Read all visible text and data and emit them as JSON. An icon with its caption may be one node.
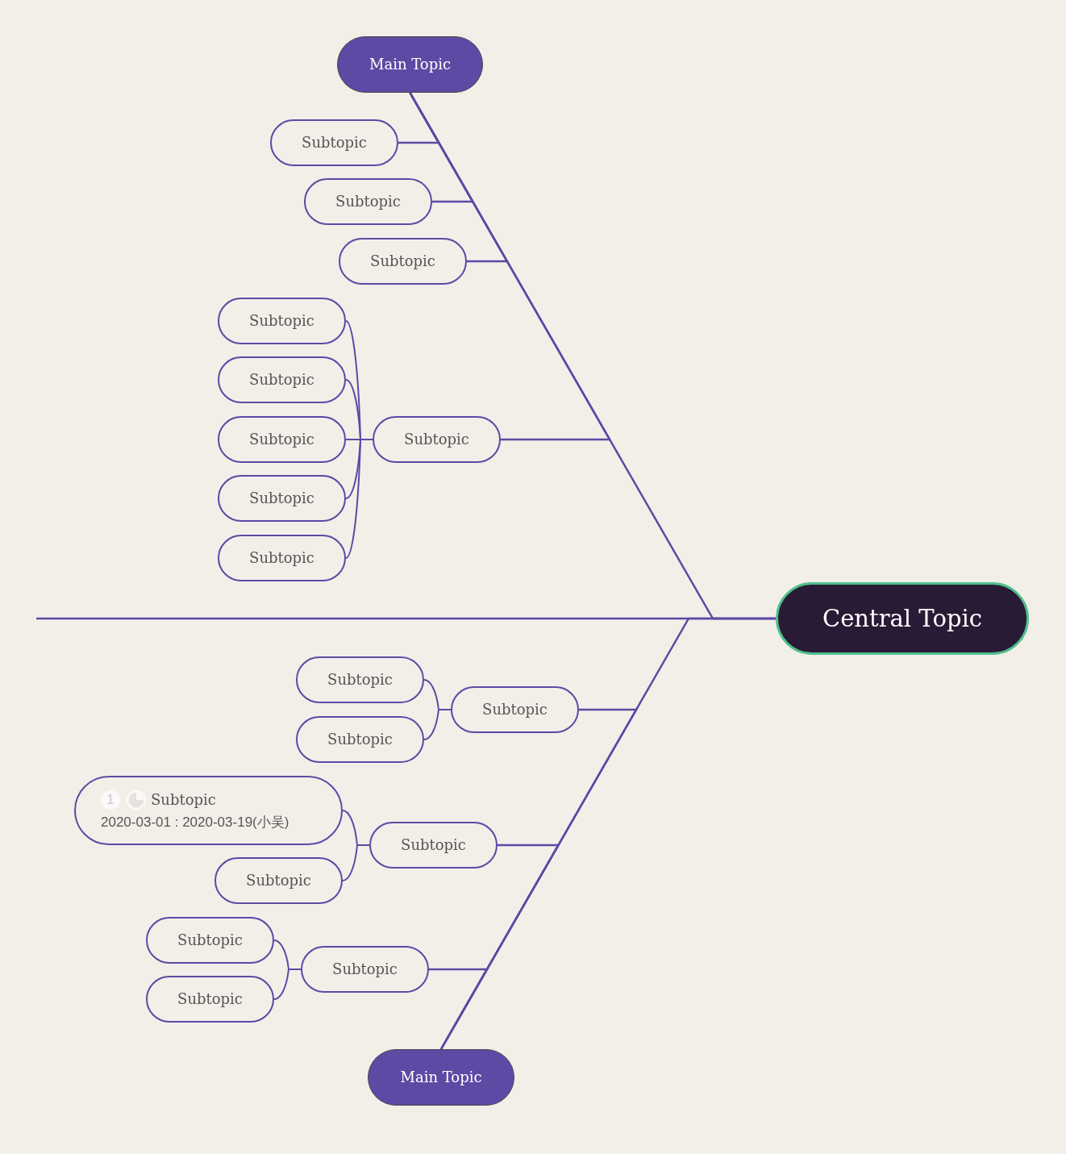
{
  "diagram": {
    "nodes": [
      {
        "text": [
          "Central Topic"
        ]
      },
      {
        "text": [
          "Main Topic"
        ]
      },
      {
        "text": [
          "Subtopic"
        ]
      },
      {
        "text": [
          "Subtopic"
        ]
      },
      {
        "text": [
          "Subtopic"
        ]
      },
      {
        "text": [
          "Subtopic"
        ]
      },
      {
        "text": [
          "Subtopic"
        ]
      },
      {
        "text": [
          "Subtopic"
        ]
      },
      {
        "text": [
          "Subtopic"
        ]
      },
      {
        "text": [
          "Subtopic"
        ]
      },
      {
        "text": [
          "Subtopic"
        ]
      },
      {
        "text": [
          "Main Topic"
        ]
      },
      {
        "text": [
          "Subtopic"
        ]
      },
      {
        "text": [
          "Subtopic"
        ]
      },
      {
        "text": [
          "Subtopic"
        ]
      },
      {
        "text": [
          "Subtopic"
        ]
      },
      {
        "text": [
          "1",
          "Subtopic",
          "2020-03-01 : 2020-03-19(小吴)"
        ]
      },
      {
        "text": [
          "Subtopic"
        ]
      },
      {
        "text": [
          "Subtopic"
        ]
      },
      {
        "text": [
          "Subtopic"
        ]
      },
      {
        "text": [
          "Subtopic"
        ]
      }
    ],
    "edges": [
      {
        "from": 0,
        "to": null,
        "arrow": "none"
      },
      {
        "from": 0,
        "to": 1,
        "arrow": "none"
      },
      {
        "from": 1,
        "to": 2,
        "arrow": "none"
      },
      {
        "from": 1,
        "to": 3,
        "arrow": "none"
      },
      {
        "from": 1,
        "to": 4,
        "arrow": "none"
      },
      {
        "from": 1,
        "to": 5,
        "arrow": "none"
      },
      {
        "from": 5,
        "to": 6,
        "arrow": "none"
      },
      {
        "from": 5,
        "to": 7,
        "arrow": "none"
      },
      {
        "from": 5,
        "to": 8,
        "arrow": "none"
      },
      {
        "from": 5,
        "to": 9,
        "arrow": "none"
      },
      {
        "from": 5,
        "to": 10,
        "arrow": "none"
      },
      {
        "from": 0,
        "to": 11,
        "arrow": "none"
      },
      {
        "from": 11,
        "to": 12,
        "arrow": "none"
      },
      {
        "from": 12,
        "to": 13,
        "arrow": "none"
      },
      {
        "from": 12,
        "to": 14,
        "arrow": "none"
      },
      {
        "from": 11,
        "to": 15,
        "arrow": "none"
      },
      {
        "from": 15,
        "to": 16,
        "arrow": "none"
      },
      {
        "from": 15,
        "to": 17,
        "arrow": "none"
      },
      {
        "from": 11,
        "to": 18,
        "arrow": "none"
      },
      {
        "from": 18,
        "to": 19,
        "arrow": "none"
      },
      {
        "from": 18,
        "to": 20,
        "arrow": "none"
      }
    ]
  }
}
